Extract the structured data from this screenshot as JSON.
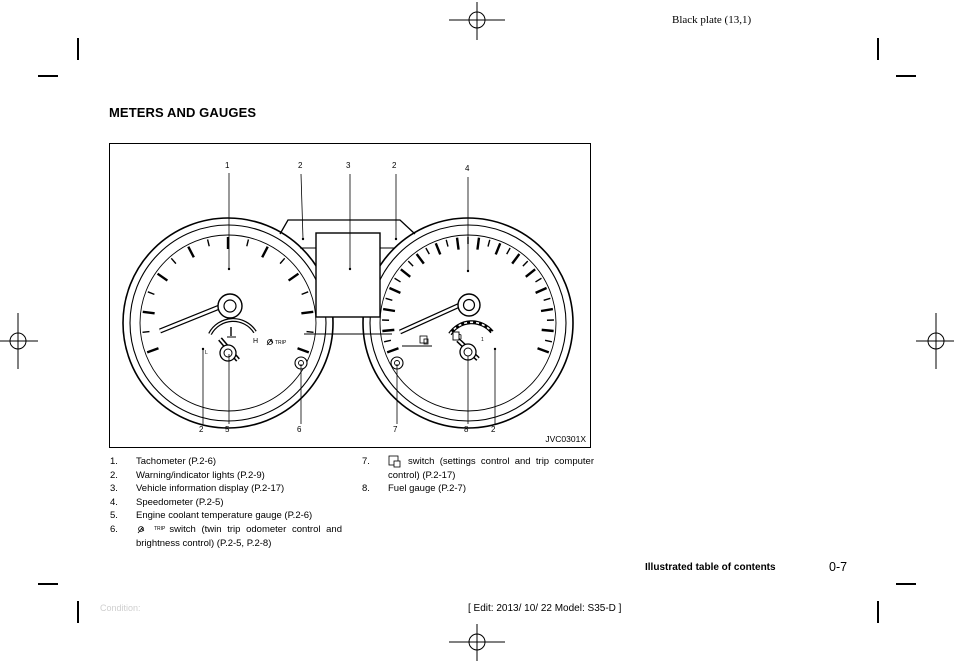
{
  "plate_label": "Black plate (13,1)",
  "section_title": "METERS AND GAUGES",
  "figure": {
    "code": "JVC0301X",
    "top_callouts": [
      "1",
      "2",
      "3",
      "2",
      "4"
    ],
    "bottom_callouts": [
      "2",
      "5",
      "6",
      "7",
      "8",
      "2"
    ],
    "gauge_labels": {
      "coolant_high": "H",
      "coolant_low": "L",
      "fuel_full": "1",
      "trip_switch": "TRIP"
    }
  },
  "legend_left": [
    {
      "num": "1.",
      "text": "Tachometer (P.2-6)"
    },
    {
      "num": "2.",
      "text": "Warning/indicator lights (P.2-9)"
    },
    {
      "num": "3.",
      "text": "Vehicle information display (P.2-17)"
    },
    {
      "num": "4.",
      "text": "Speedometer (P.2-5)"
    },
    {
      "num": "5.",
      "text": "Engine coolant temperature gauge (P.2-6)"
    },
    {
      "num": "6.",
      "line1": "switch (twin trip odometer control and",
      "line2": "brightness control) (P.2-5, P.2-8)",
      "icon_label": "TRIP"
    }
  ],
  "legend_right": [
    {
      "num": "7.",
      "line1": "switch (settings control and trip computer",
      "line2": "control) (P.2-17)"
    },
    {
      "num": "8.",
      "text": "Fuel gauge (P.2-7)"
    }
  ],
  "footer": {
    "title": "Illustrated table of contents",
    "page": "0-7",
    "condition": "Condition:",
    "edit": "[ Edit: 2013/ 10/ 22   Model:  S35-D ]"
  }
}
